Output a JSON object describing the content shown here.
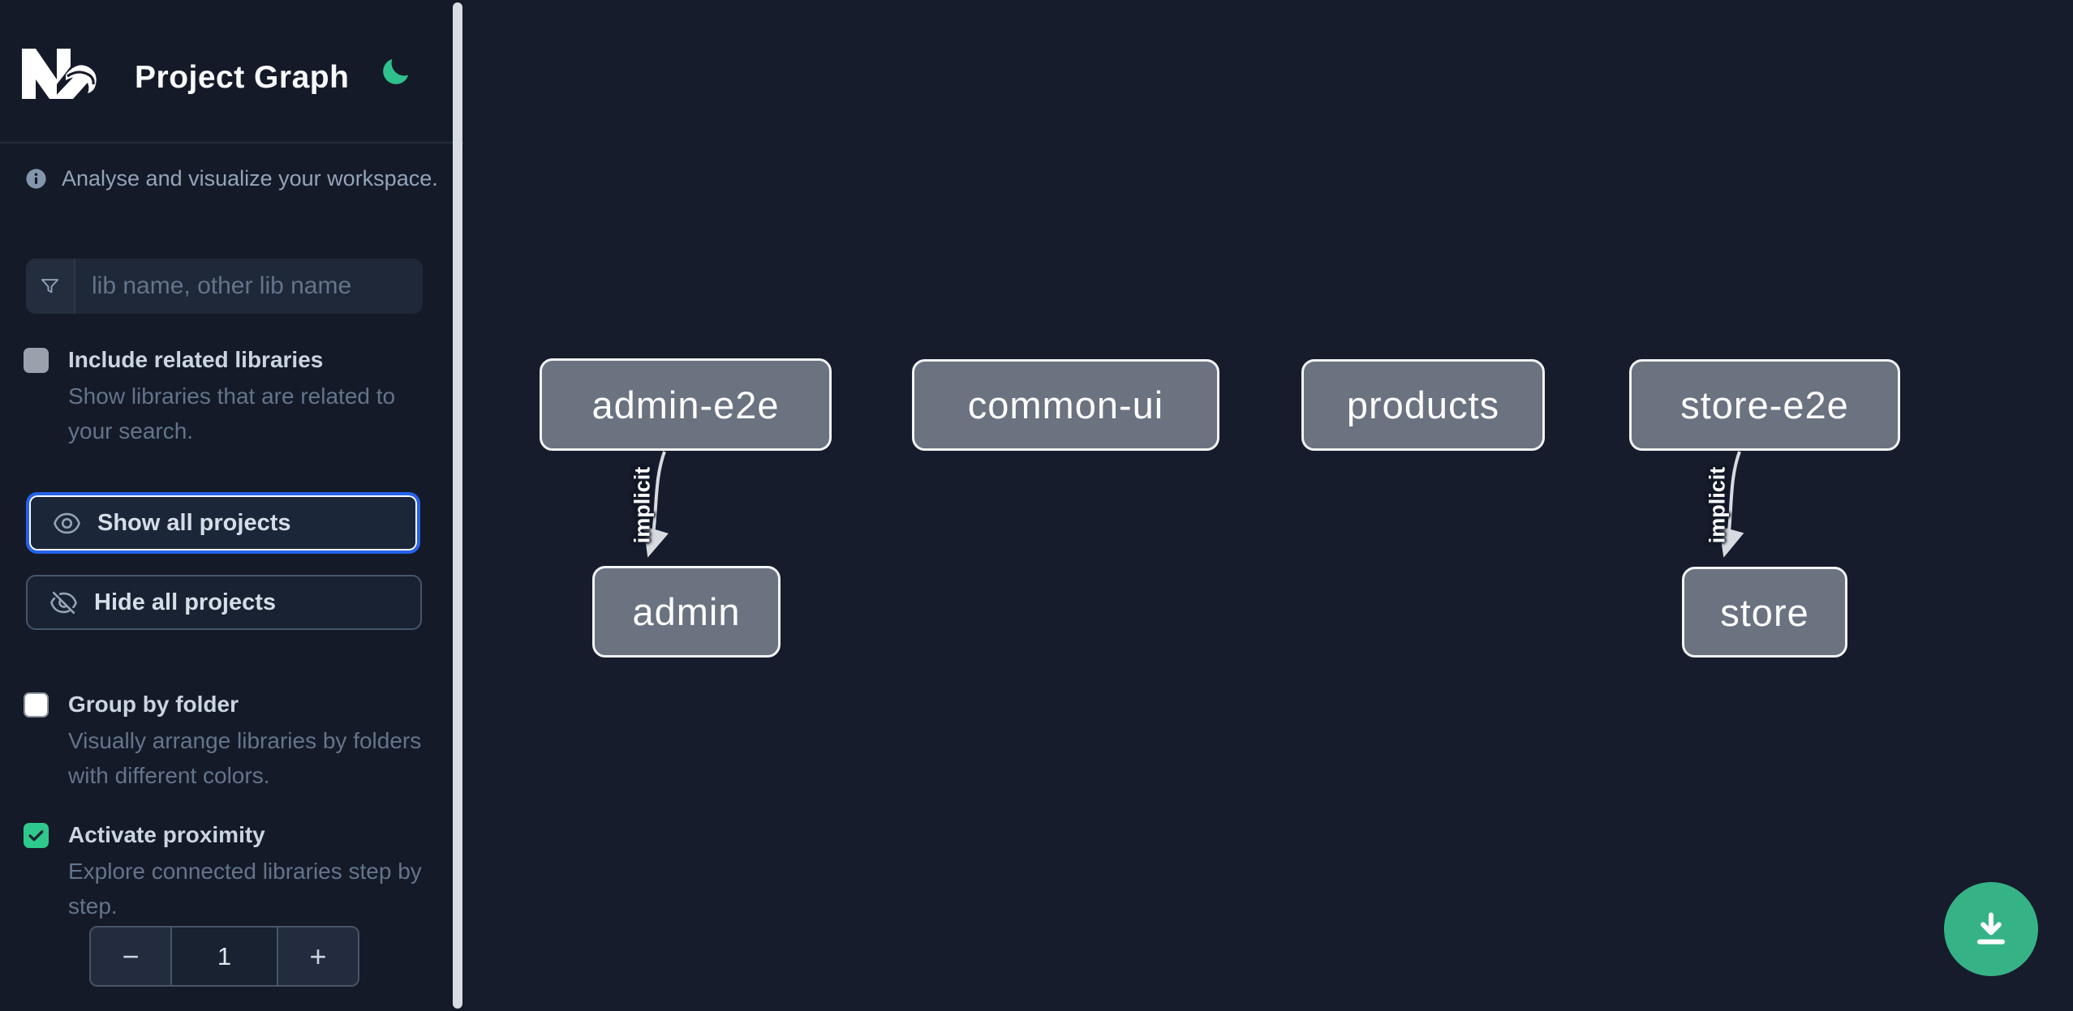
{
  "header": {
    "title": "Project Graph"
  },
  "sidebar": {
    "tagline": "Analyse and visualize your workspace.",
    "search": {
      "placeholder": "lib name, other lib name",
      "value": ""
    },
    "include_related": {
      "label": "Include related libraries",
      "description": "Show libraries that are related to your search.",
      "checked": false
    },
    "show_all": {
      "label": "Show all projects"
    },
    "hide_all": {
      "label": "Hide all projects"
    },
    "group_by_folder": {
      "label": "Group by folder",
      "description": "Visually arrange libraries by folders with different colors.",
      "checked": false
    },
    "activate_proximity": {
      "label": "Activate proximity",
      "description": "Explore connected libraries step by step.",
      "checked": true
    },
    "proximity_stepper": {
      "decrement": "−",
      "value": "1",
      "increment": "+"
    }
  },
  "graph": {
    "nodes": [
      {
        "id": "admin-e2e",
        "label": "admin-e2e"
      },
      {
        "id": "common-ui",
        "label": "common-ui"
      },
      {
        "id": "products",
        "label": "products"
      },
      {
        "id": "store-e2e",
        "label": "store-e2e"
      },
      {
        "id": "admin",
        "label": "admin"
      },
      {
        "id": "store",
        "label": "store"
      }
    ],
    "edges": [
      {
        "source": "admin-e2e",
        "target": "admin",
        "label": "implicit"
      },
      {
        "source": "store-e2e",
        "target": "store",
        "label": "implicit"
      }
    ]
  },
  "fab": {
    "action": "download-graph-image"
  },
  "colors": {
    "accent_green": "#2ec98c",
    "fab_green": "#36b287",
    "focus_blue": "#2563eb",
    "node_fill": "#6b7280",
    "node_border": "#f3f4f6",
    "sidebar_bg": "#141a28",
    "canvas_bg": "#161c2b"
  }
}
